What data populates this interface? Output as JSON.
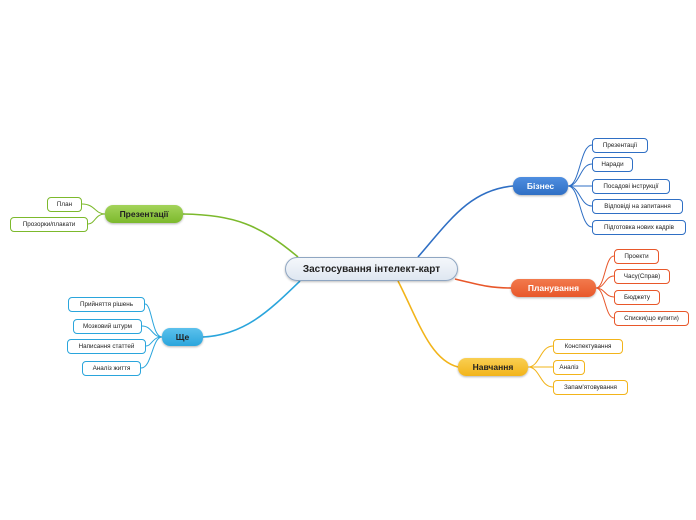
{
  "central": {
    "label": "Застосування інтелект-карт"
  },
  "colors": {
    "business": "#2f6fc4",
    "planning": "#e8572a",
    "learning": "#f2b41a",
    "presentations": "#7cb92c",
    "more": "#2aa5dc"
  },
  "branches": {
    "business": {
      "label": "Бізнес",
      "items": [
        "Презентації",
        "Наради",
        "Посадові інструкції",
        "Відповіді на запитання",
        "Підготовка нових кадрів"
      ]
    },
    "planning": {
      "label": "Планування",
      "items": [
        "Проекти",
        "Часу(Справ)",
        "Бюджету",
        "Списки(що купити)"
      ]
    },
    "learning": {
      "label": "Навчання",
      "items": [
        "Конспектування",
        "Аналіз",
        "Запам'ятовування"
      ]
    },
    "presentations": {
      "label": "Презентації",
      "items": [
        "План",
        "Прозорки/плакати"
      ]
    },
    "more": {
      "label": "Ще",
      "items": [
        "Прийняття рішень",
        "Мозковий штурм",
        "Написання статтей",
        "Аналіз життя"
      ]
    }
  }
}
